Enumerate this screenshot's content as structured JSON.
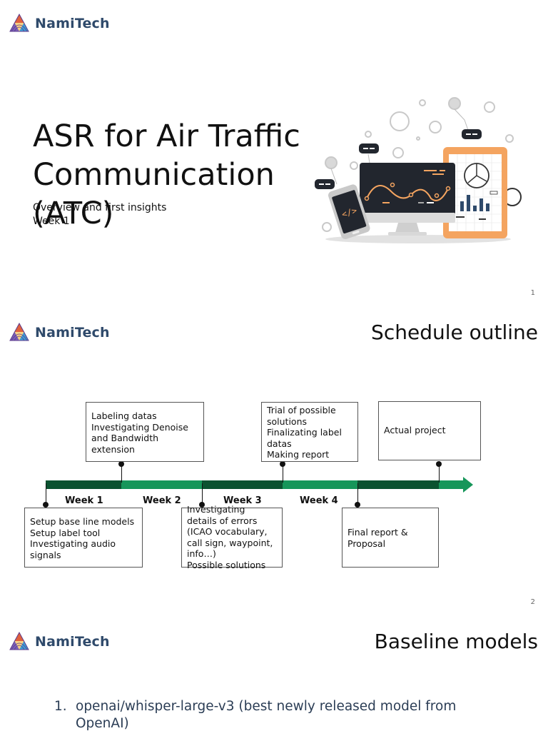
{
  "brand": {
    "name": "NamiTech"
  },
  "slide1": {
    "title": "ASR for Air Traffic Communication (ATC)",
    "subtitle_line1": "Overview and first insights",
    "subtitle_line2": "Week 1",
    "page": "1",
    "illustration": "computer-analytics-illustration"
  },
  "slide2": {
    "title": "Schedule outline",
    "page": "2",
    "weeks": [
      "Week 1",
      "Week 2",
      "Week 3",
      "Week 4"
    ],
    "colors": {
      "dark": "#0b5230",
      "light": "#16965a"
    },
    "top_boxes": [
      {
        "lines": [
          "Labeling datas",
          "Investigating Denoise",
          "and Bandwidth",
          "extension"
        ]
      },
      {
        "lines": [
          "Trial of possible",
          "solutions",
          "Finalizating label",
          "datas",
          "Making report"
        ]
      },
      {
        "lines": [
          "Actual project"
        ]
      }
    ],
    "bottom_boxes": [
      {
        "lines": [
          "Setup base line models",
          "Setup label tool",
          "Investigating audio",
          "signals"
        ]
      },
      {
        "lines": [
          "Investigating",
          "details of errors",
          "(ICAO vocabulary,",
          "call sign, waypoint,",
          "info…)",
          "Possible solutions"
        ]
      },
      {
        "lines": [
          "Final report &",
          "Proposal"
        ]
      }
    ]
  },
  "slide3": {
    "title": "Baseline models",
    "items": [
      {
        "num": "1.",
        "text": "openai/whisper-large-v3 (best newly released model from OpenAI)"
      }
    ]
  }
}
